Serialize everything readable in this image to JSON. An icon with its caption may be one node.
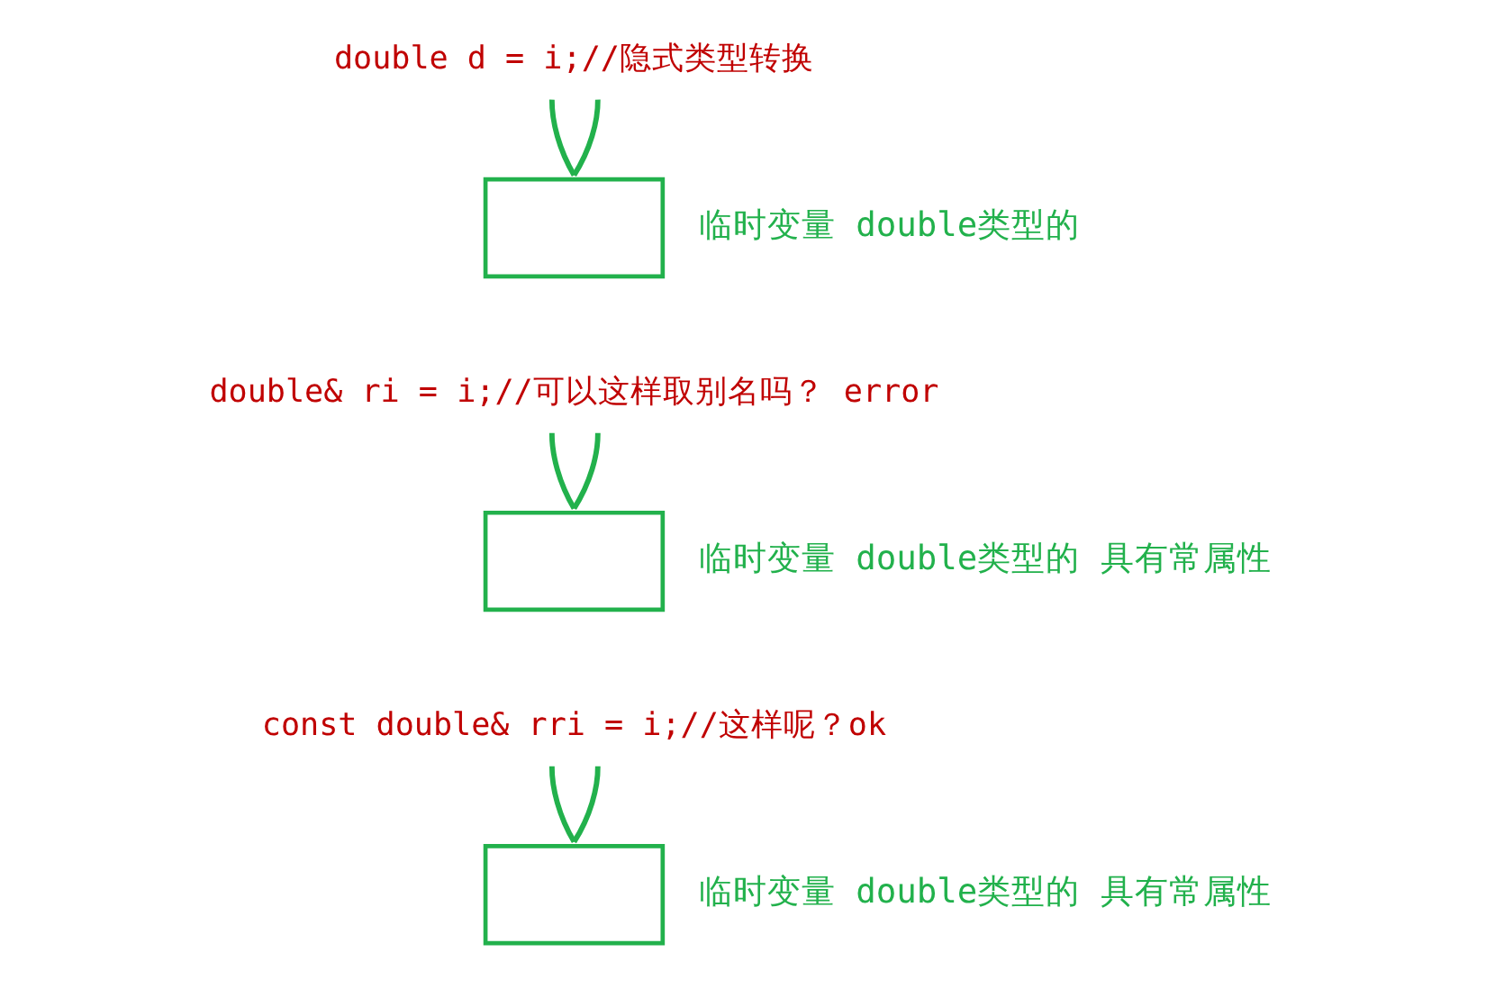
{
  "diagram": {
    "nodes": [
      {
        "text": [
          "double d = i;//隐式类型转换"
        ]
      },
      {
        "text": [],
        "shape": "box",
        "beside": [
          "临时变量 double类型的"
        ]
      },
      {
        "text": [
          "double& ri = i;//可以这样取别名吗？ error"
        ]
      },
      {
        "text": [],
        "shape": "box",
        "beside": [
          "临时变量 double类型的 具有常属性"
        ]
      },
      {
        "text": [
          "const double& rri = i;//这样呢？ok"
        ]
      },
      {
        "text": [],
        "shape": "box",
        "beside": [
          "临时变量 double类型的 具有常属性"
        ]
      }
    ],
    "edges": [
      {
        "from": 0,
        "to": 1,
        "arrow": "none"
      },
      {
        "from": 0,
        "to": 1,
        "arrow": "none"
      },
      {
        "from": 2,
        "to": 3,
        "arrow": "none"
      },
      {
        "from": 2,
        "to": 3,
        "arrow": "none"
      },
      {
        "from": 4,
        "to": 5,
        "arrow": "none"
      },
      {
        "from": 4,
        "to": 5,
        "arrow": "none"
      }
    ]
  }
}
